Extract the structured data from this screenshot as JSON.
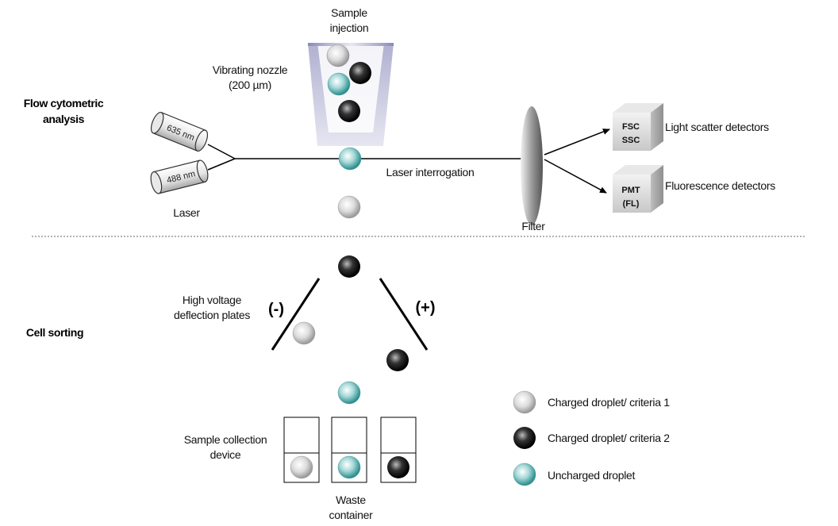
{
  "labels": {
    "flow_title_1": "Flow cytometric",
    "flow_title_2": "analysis",
    "sorting_title": "Cell sorting",
    "sample_injection_1": "Sample",
    "sample_injection_2": "injection",
    "nozzle_1": "Vibrating nozzle",
    "nozzle_2": "(200 µm)",
    "laser_635": "635 nm",
    "laser_488": "488 nm",
    "laser": "Laser",
    "laser_interrogation": "Laser interrogation",
    "filter": "Filter",
    "fsc": "FSC",
    "ssc": "SSC",
    "pmt": "PMT",
    "fl": "(FL)",
    "light_scatter": "Light scatter detectors",
    "fluorescence": "Fluorescence detectors",
    "plates_1": "High voltage",
    "plates_2": "deflection plates",
    "minus": "(-)",
    "plus": "(+)",
    "collection_1": "Sample collection",
    "collection_2": "device",
    "waste_1": "Waste",
    "waste_2": "container"
  },
  "legend": [
    {
      "type": "light",
      "label": "Charged droplet/ criteria 1"
    },
    {
      "type": "dark",
      "label": "Charged droplet/ criteria 2"
    },
    {
      "type": "teal",
      "label": "Uncharged droplet"
    }
  ],
  "colors": {
    "droplet_light": "#c8c8c8",
    "droplet_dark": "#333333",
    "droplet_teal": "#5fb3b3",
    "nozzle": "#b8b8d8"
  }
}
